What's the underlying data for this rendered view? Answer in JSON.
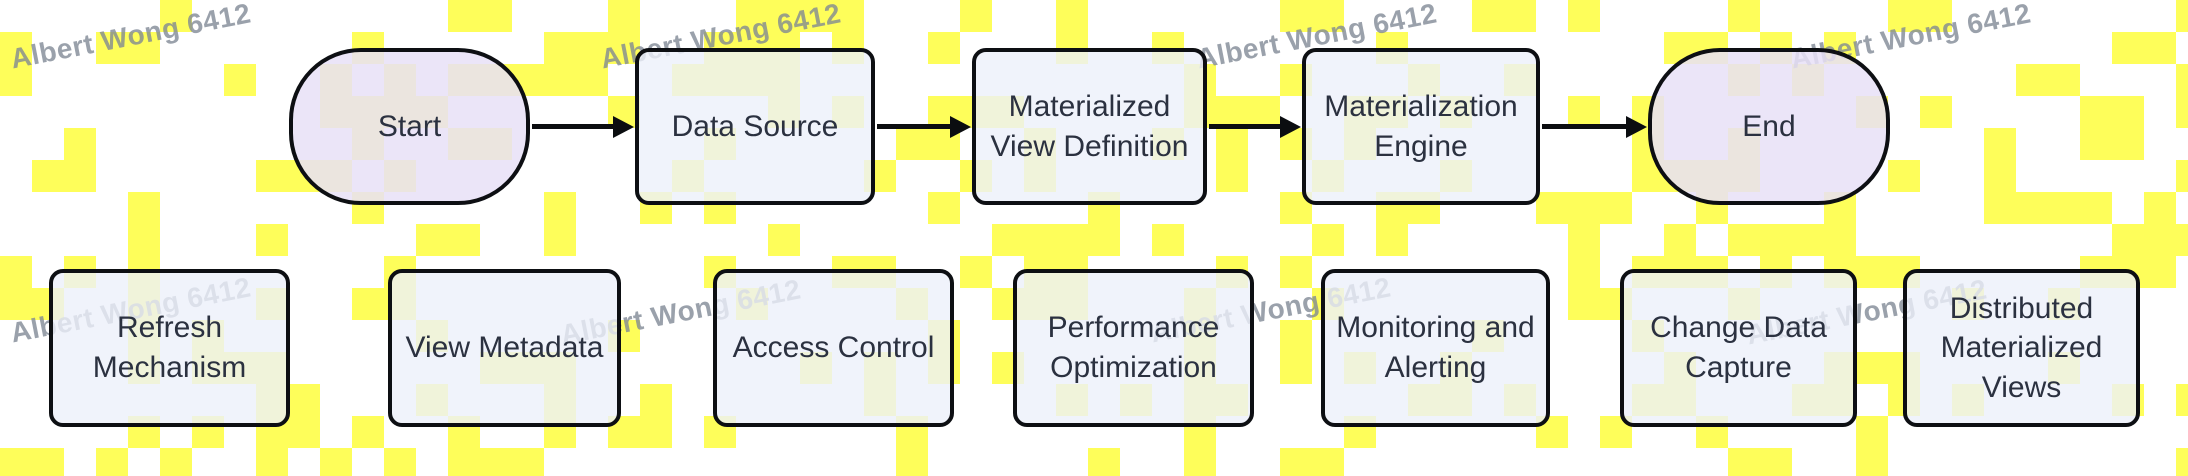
{
  "watermark": {
    "text": "Albert Wong 6412"
  },
  "colors": {
    "background": "#ffffff",
    "pattern_yellow": "#fefe5a",
    "rect_fill": "#ecf0fa",
    "stadium_fill": "#e8e0f7",
    "node_border": "#0d0f13",
    "node_text": "#2b3140",
    "watermark_gray": "#7e8693"
  },
  "flowchart": {
    "main_flow": [
      {
        "id": "start",
        "label": "Start",
        "shape": "stadium"
      },
      {
        "id": "data-source",
        "label": "Data Source",
        "shape": "rect"
      },
      {
        "id": "materialized-view-definition",
        "label": "Materialized View Definition",
        "shape": "rect"
      },
      {
        "id": "materialization-engine",
        "label": "Materialization Engine",
        "shape": "rect"
      },
      {
        "id": "end",
        "label": "End",
        "shape": "stadium"
      }
    ],
    "supporting_nodes": [
      {
        "id": "refresh-mechanism",
        "label": "Refresh Mechanism"
      },
      {
        "id": "view-metadata",
        "label": "View Metadata"
      },
      {
        "id": "access-control",
        "label": "Access Control"
      },
      {
        "id": "performance-optimization",
        "label": "Performance Optimization"
      },
      {
        "id": "monitoring-and-alerting",
        "label": "Monitoring and Alerting"
      },
      {
        "id": "change-data-capture",
        "label": "Change Data Capture"
      },
      {
        "id": "distributed-materialized-views",
        "label": "Distributed Materialized Views"
      }
    ],
    "connections": [
      {
        "from": "Start",
        "to": "Data Source"
      },
      {
        "from": "Data Source",
        "to": "Materialized View Definition"
      },
      {
        "from": "Materialized View Definition",
        "to": "Materialization Engine"
      },
      {
        "from": "Materialization Engine",
        "to": "End"
      }
    ]
  }
}
